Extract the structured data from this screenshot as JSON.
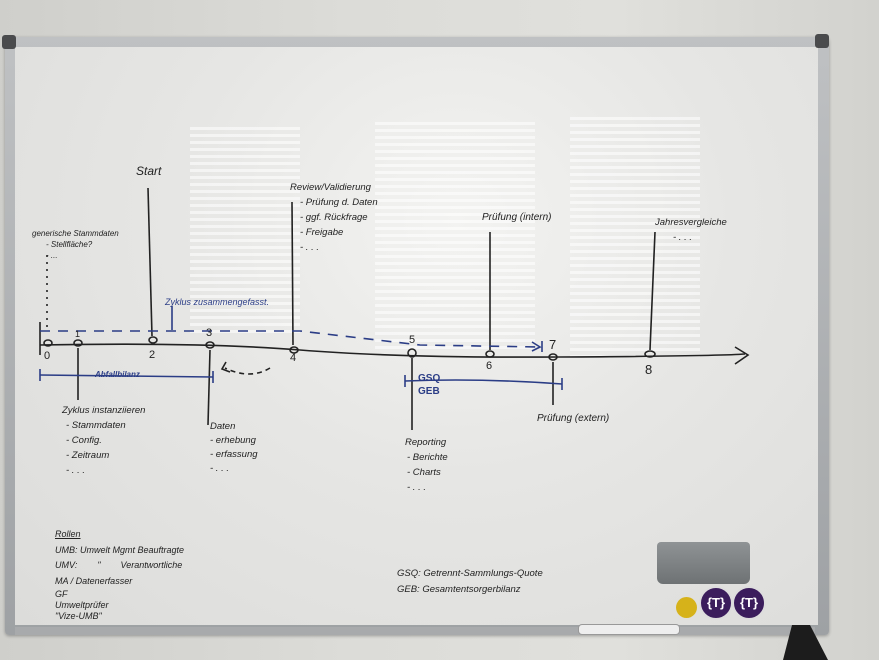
{
  "timeline": {
    "nodes": [
      "0",
      "1",
      "2",
      "3",
      "4",
      "5",
      "6",
      "7",
      "8"
    ]
  },
  "above": {
    "generic": {
      "title": "generische Stammdaten",
      "items": [
        "- Stellfläche?",
        "- ..."
      ]
    },
    "start": "Start",
    "review": {
      "title": "Review/Validierung",
      "items": [
        "- Prüfung d. Daten",
        "- ggf. Rückfrage",
        "- Freigabe",
        "- . . ."
      ]
    },
    "pruefung_intern": "Prüfung (intern)",
    "jahresvergleiche": {
      "title": "Jahresvergleiche",
      "items": [
        "- . . ."
      ]
    },
    "zyklus_note": "Zyklus zusammengefasst."
  },
  "below": {
    "zyklus": {
      "title": "Zyklus instanziieren",
      "items": [
        "- Stammdaten",
        "- Config.",
        "- Zeitraum",
        "- . . ."
      ]
    },
    "daten": {
      "title": "Daten",
      "items": [
        "- erhebung",
        "- erfassung",
        "- . . ."
      ]
    },
    "reporting": {
      "title": "Reporting",
      "items": [
        "- Berichte",
        "- Charts",
        "- . . ."
      ]
    },
    "pruefung_extern": "Prüfung (extern)",
    "abfallbilanz": "Abfallbilanz",
    "gsq": "GSQ",
    "geb": "GEB"
  },
  "rollen": {
    "title": "Rollen",
    "lines": [
      "UMB: Umwelt Mgmt Beauftragte",
      "UMV:        \"        Verantwortliche",
      "MA / Datenerfasser",
      "GF",
      "Umweltprüfer",
      "\"Vize-UMB\""
    ]
  },
  "legend": {
    "lines": [
      "GSQ: Getrennt-Sammlungs-Quote",
      "GEB: Gesamtentsorgerbilanz"
    ]
  },
  "magnets": [
    "{T}",
    "{T}"
  ],
  "colors": {
    "blue_marker": "#2b3d86",
    "black_marker": "#222222",
    "board": "#ececea"
  }
}
